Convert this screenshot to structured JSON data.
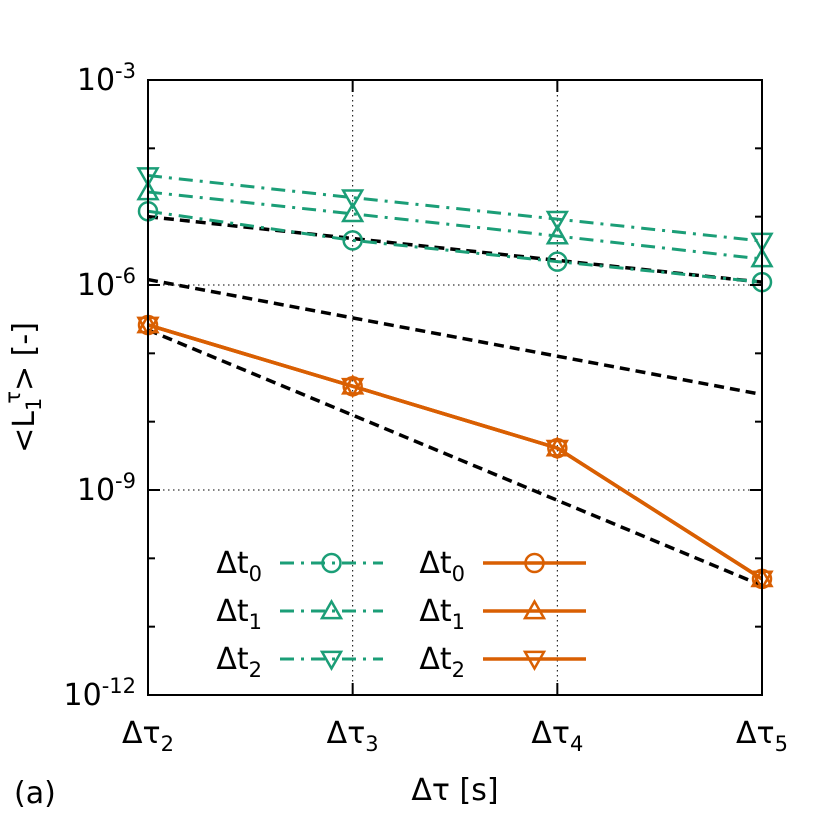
{
  "chart_data": {
    "type": "line",
    "panel_label": "(a)",
    "xlabel": "Δτ [s]",
    "ylabel": {
      "prefix": "<L",
      "sub": "1",
      "sup": "τ",
      "suffix": "> [-]"
    },
    "x_scale": "categorical",
    "categories": [
      {
        "base": "Δτ",
        "sub": "2"
      },
      {
        "base": "Δτ",
        "sub": "3"
      },
      {
        "base": "Δτ",
        "sub": "4"
      },
      {
        "base": "Δτ",
        "sub": "5"
      }
    ],
    "y_scale": "log",
    "ylim": [
      1e-12,
      0.001
    ],
    "y_ticks": [
      {
        "value": 1e-12,
        "base": "10",
        "exp": "-12"
      },
      {
        "value": 1e-09,
        "base": "10",
        "exp": "-9"
      },
      {
        "value": 1e-06,
        "base": "10",
        "exp": "-6"
      },
      {
        "value": 0.001,
        "base": "10",
        "exp": "-3"
      }
    ],
    "grid": true,
    "legend_position": "bottom-left",
    "series": [
      {
        "name": {
          "base": "Δt",
          "sub": "0"
        },
        "group": "green",
        "color": "#1b9e77",
        "style": "dashdot",
        "marker": "circle",
        "values": [
          1.2e-05,
          4.5e-06,
          2.2e-06,
          1.1e-06
        ]
      },
      {
        "name": {
          "base": "Δt",
          "sub": "1"
        },
        "group": "green",
        "color": "#1b9e77",
        "style": "dashdot",
        "marker": "triangle-up",
        "values": [
          2.3e-05,
          1.1e-05,
          5.2e-06,
          2.4e-06
        ]
      },
      {
        "name": {
          "base": "Δt",
          "sub": "2"
        },
        "group": "green",
        "color": "#1b9e77",
        "style": "dashdot",
        "marker": "triangle-down",
        "values": [
          4e-05,
          1.9e-05,
          9.2e-06,
          4.4e-06
        ]
      },
      {
        "name": {
          "base": "Δt",
          "sub": "0"
        },
        "group": "orange",
        "color": "#d95f02",
        "style": "solid",
        "marker": "circle",
        "values": [
          2.6e-07,
          3.3e-08,
          4.1e-09,
          5e-11
        ]
      },
      {
        "name": {
          "base": "Δt",
          "sub": "1"
        },
        "group": "orange",
        "color": "#d95f02",
        "style": "solid",
        "marker": "triangle-up",
        "values": [
          2.6e-07,
          3.3e-08,
          4.1e-09,
          5e-11
        ]
      },
      {
        "name": {
          "base": "Δt",
          "sub": "2"
        },
        "group": "orange",
        "color": "#d95f02",
        "style": "solid",
        "marker": "triangle-down",
        "values": [
          2.6e-07,
          3.3e-08,
          4.1e-09,
          5e-11
        ]
      }
    ],
    "reference_lines": [
      {
        "color": "#000000",
        "style": "dashed",
        "values": [
          1e-05,
          1.1e-06
        ]
      },
      {
        "color": "#000000",
        "style": "dashed",
        "values": [
          1.2e-06,
          2.5e-08
        ]
      },
      {
        "color": "#000000",
        "style": "dashed",
        "values": [
          2.2e-07,
          4e-11
        ]
      }
    ]
  }
}
